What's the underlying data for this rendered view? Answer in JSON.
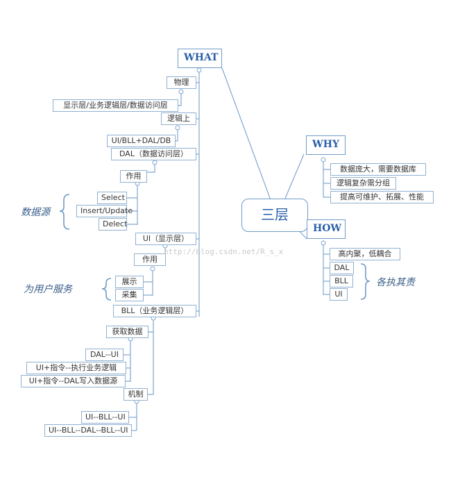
{
  "root": "三层",
  "what": {
    "title": "WHAT",
    "physical": "物理",
    "physical_detail": "显示层/业务逻辑层/数据访问层",
    "logical": "逻辑上",
    "logical_detail": "UI/BLL+DAL/DB",
    "dal": {
      "title": "DAL（数据访问层）",
      "role": "作用",
      "ops": [
        "Select",
        "Insert/Update",
        "Delect"
      ],
      "group_label": "数据源"
    },
    "ui": {
      "title": "UI（显示层）",
      "role": "作用",
      "ops": [
        "展示",
        "采集"
      ],
      "group_label": "为用户服务"
    },
    "bll": {
      "title": "BLL（业务逻辑层）",
      "fetch": "获取数据",
      "fetch_items": [
        "DAL--UI",
        "UI+指令--执行业务逻辑",
        "UI+指令--DAL写入数据源"
      ],
      "mechanism": "机制",
      "mechanism_items": [
        "UI--BLL--UI",
        "UI--BLL--DAL--BLL--UI"
      ]
    }
  },
  "why": {
    "title": "WHY",
    "items": [
      "数据庞大，需要数据库",
      "逻辑复杂需分组",
      "提高可维护、拓展、性能"
    ]
  },
  "how": {
    "title": "HOW",
    "items": [
      "高内聚，低耦合",
      "DAL",
      "BLL",
      "UI"
    ],
    "group_label": "各执其责"
  },
  "watermark": "http://blog.csdn.net/R_s_x",
  "colors": {
    "line": "#7ea6cf",
    "text_accent": "#2a5fa8"
  }
}
